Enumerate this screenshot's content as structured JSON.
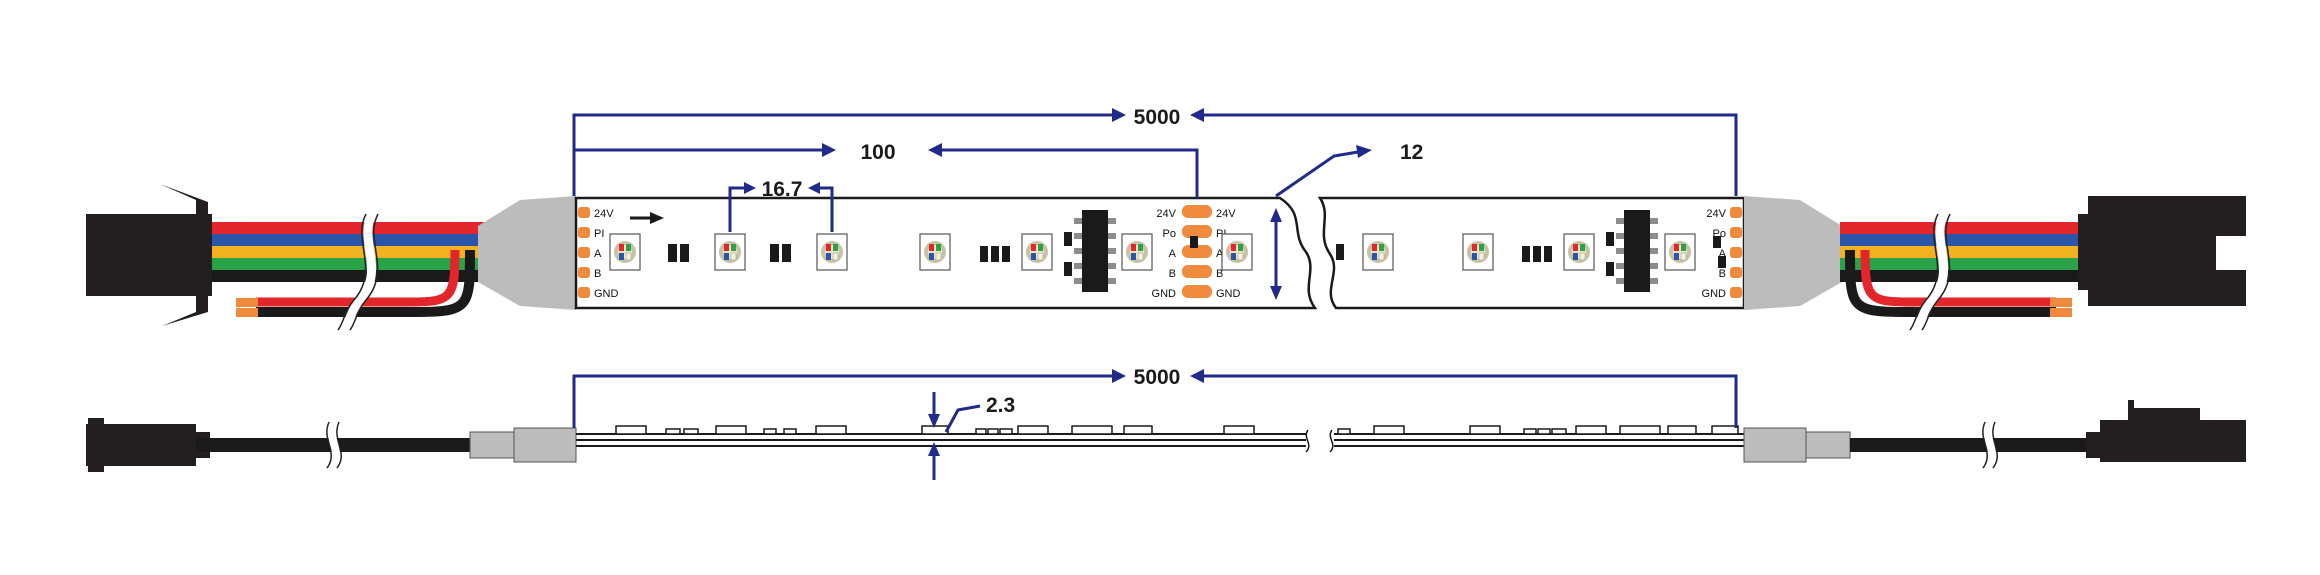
{
  "dimensions": {
    "total_length": "5000",
    "pixel_pitch": "100",
    "led_spacing": "16.7",
    "strip_width": "12",
    "side_total_length": "5000",
    "thickness": "2.3"
  },
  "pin_labels": {
    "left": [
      "24V",
      "PI",
      "A",
      "B",
      "GND"
    ],
    "mid_left": [
      "24V",
      "Po",
      "A",
      "B",
      "GND"
    ],
    "mid_right": [
      "24V",
      "PI",
      "A",
      "B",
      "GND"
    ],
    "right": [
      "24V",
      "Po",
      "A",
      "B",
      "GND"
    ]
  },
  "colors": {
    "dimension_line": "#1f2a8a",
    "connector_body": "#231f20",
    "solder_pad": "#f08a3c",
    "strip_fill": "#ffffff",
    "wire_red": "#e3262c",
    "wire_blue": "#2a55a8",
    "wire_yellow": "#f2b21f",
    "wire_green": "#2aa24a",
    "wire_black": "#1a1a1a",
    "shrink_tube": "#bcbcbc"
  },
  "icons": {
    "data_direction": "arrow-right-icon",
    "break_mark": "wavy-break-icon"
  }
}
